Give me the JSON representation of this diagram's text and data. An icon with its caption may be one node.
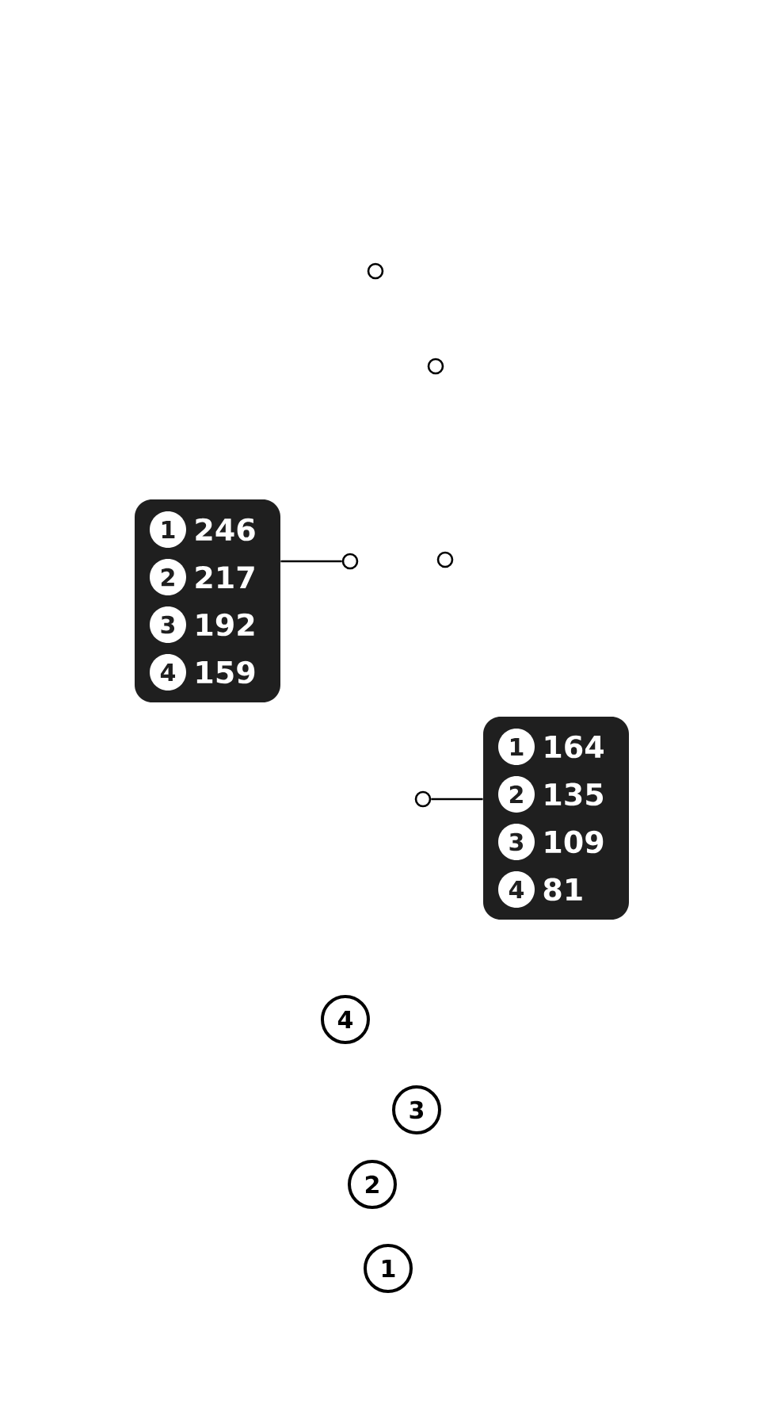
{
  "diagram": {
    "nodes": [
      {
        "text": [],
        "shape": "circle"
      },
      {
        "text": [],
        "shape": "circle"
      },
      {
        "text": [
          "1",
          "246",
          "2",
          "217",
          "3",
          "192",
          "4",
          "159"
        ]
      },
      {
        "text": [],
        "shape": "circle"
      },
      {
        "text": [],
        "shape": "circle"
      },
      {
        "text": [
          "1",
          "164",
          "2",
          "135",
          "3",
          "109",
          "4",
          "81"
        ]
      },
      {
        "text": [],
        "shape": "circle"
      },
      {
        "text": [
          "4"
        ]
      },
      {
        "text": [
          "3"
        ]
      },
      {
        "text": [
          "2"
        ]
      },
      {
        "text": [
          "1"
        ]
      }
    ],
    "edges": [
      {
        "from": 2,
        "to": 3,
        "arrow": "none"
      },
      {
        "from": 5,
        "to": 6,
        "arrow": "none"
      }
    ]
  }
}
